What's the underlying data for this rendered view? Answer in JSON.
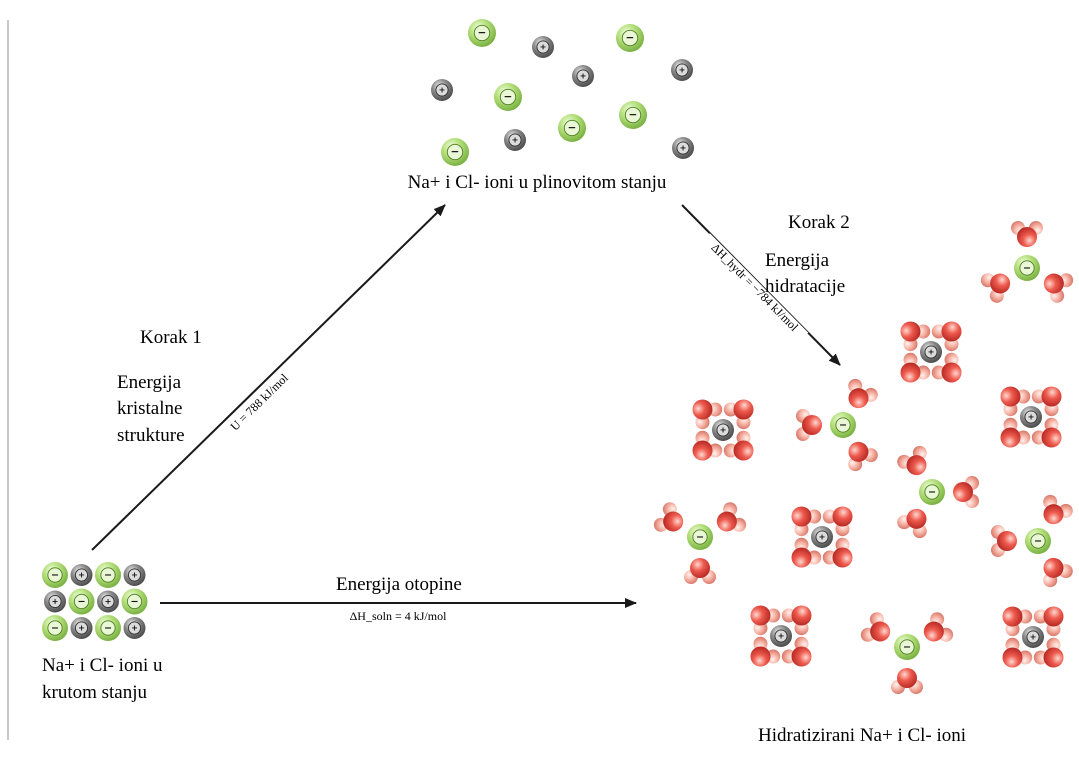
{
  "gas_label": "Na+ i Cl- ioni u plinovitom stanju",
  "solid_label_line1": "Na+ i Cl- ioni u",
  "solid_label_line2": "krutom stanju",
  "hydrated_label": "Hidratizirani Na+ i Cl- ioni",
  "step1": {
    "title": "Korak 1",
    "line1": "Energija",
    "line2": "kristalne",
    "line3": "strukture",
    "arrow_label": "U = 788 kJ/mol"
  },
  "step2": {
    "title": "Korak 2",
    "line1": "Energija",
    "line2": "hidratacije",
    "arrow_label": "ΔH_hydr = −784 kJ/mol"
  },
  "solution": {
    "title": "Energija otopine",
    "arrow_label": "ΔH_soln = 4 kJ/mol"
  },
  "ion_signs": {
    "cation": "+",
    "anion": "−"
  },
  "colors": {
    "anion": "#a6d86a",
    "cation": "#8a8a8a",
    "water_oxygen": "#e8504a",
    "water_hydrogen": "#f6b0a4",
    "arrow": "#1a1a1a"
  }
}
